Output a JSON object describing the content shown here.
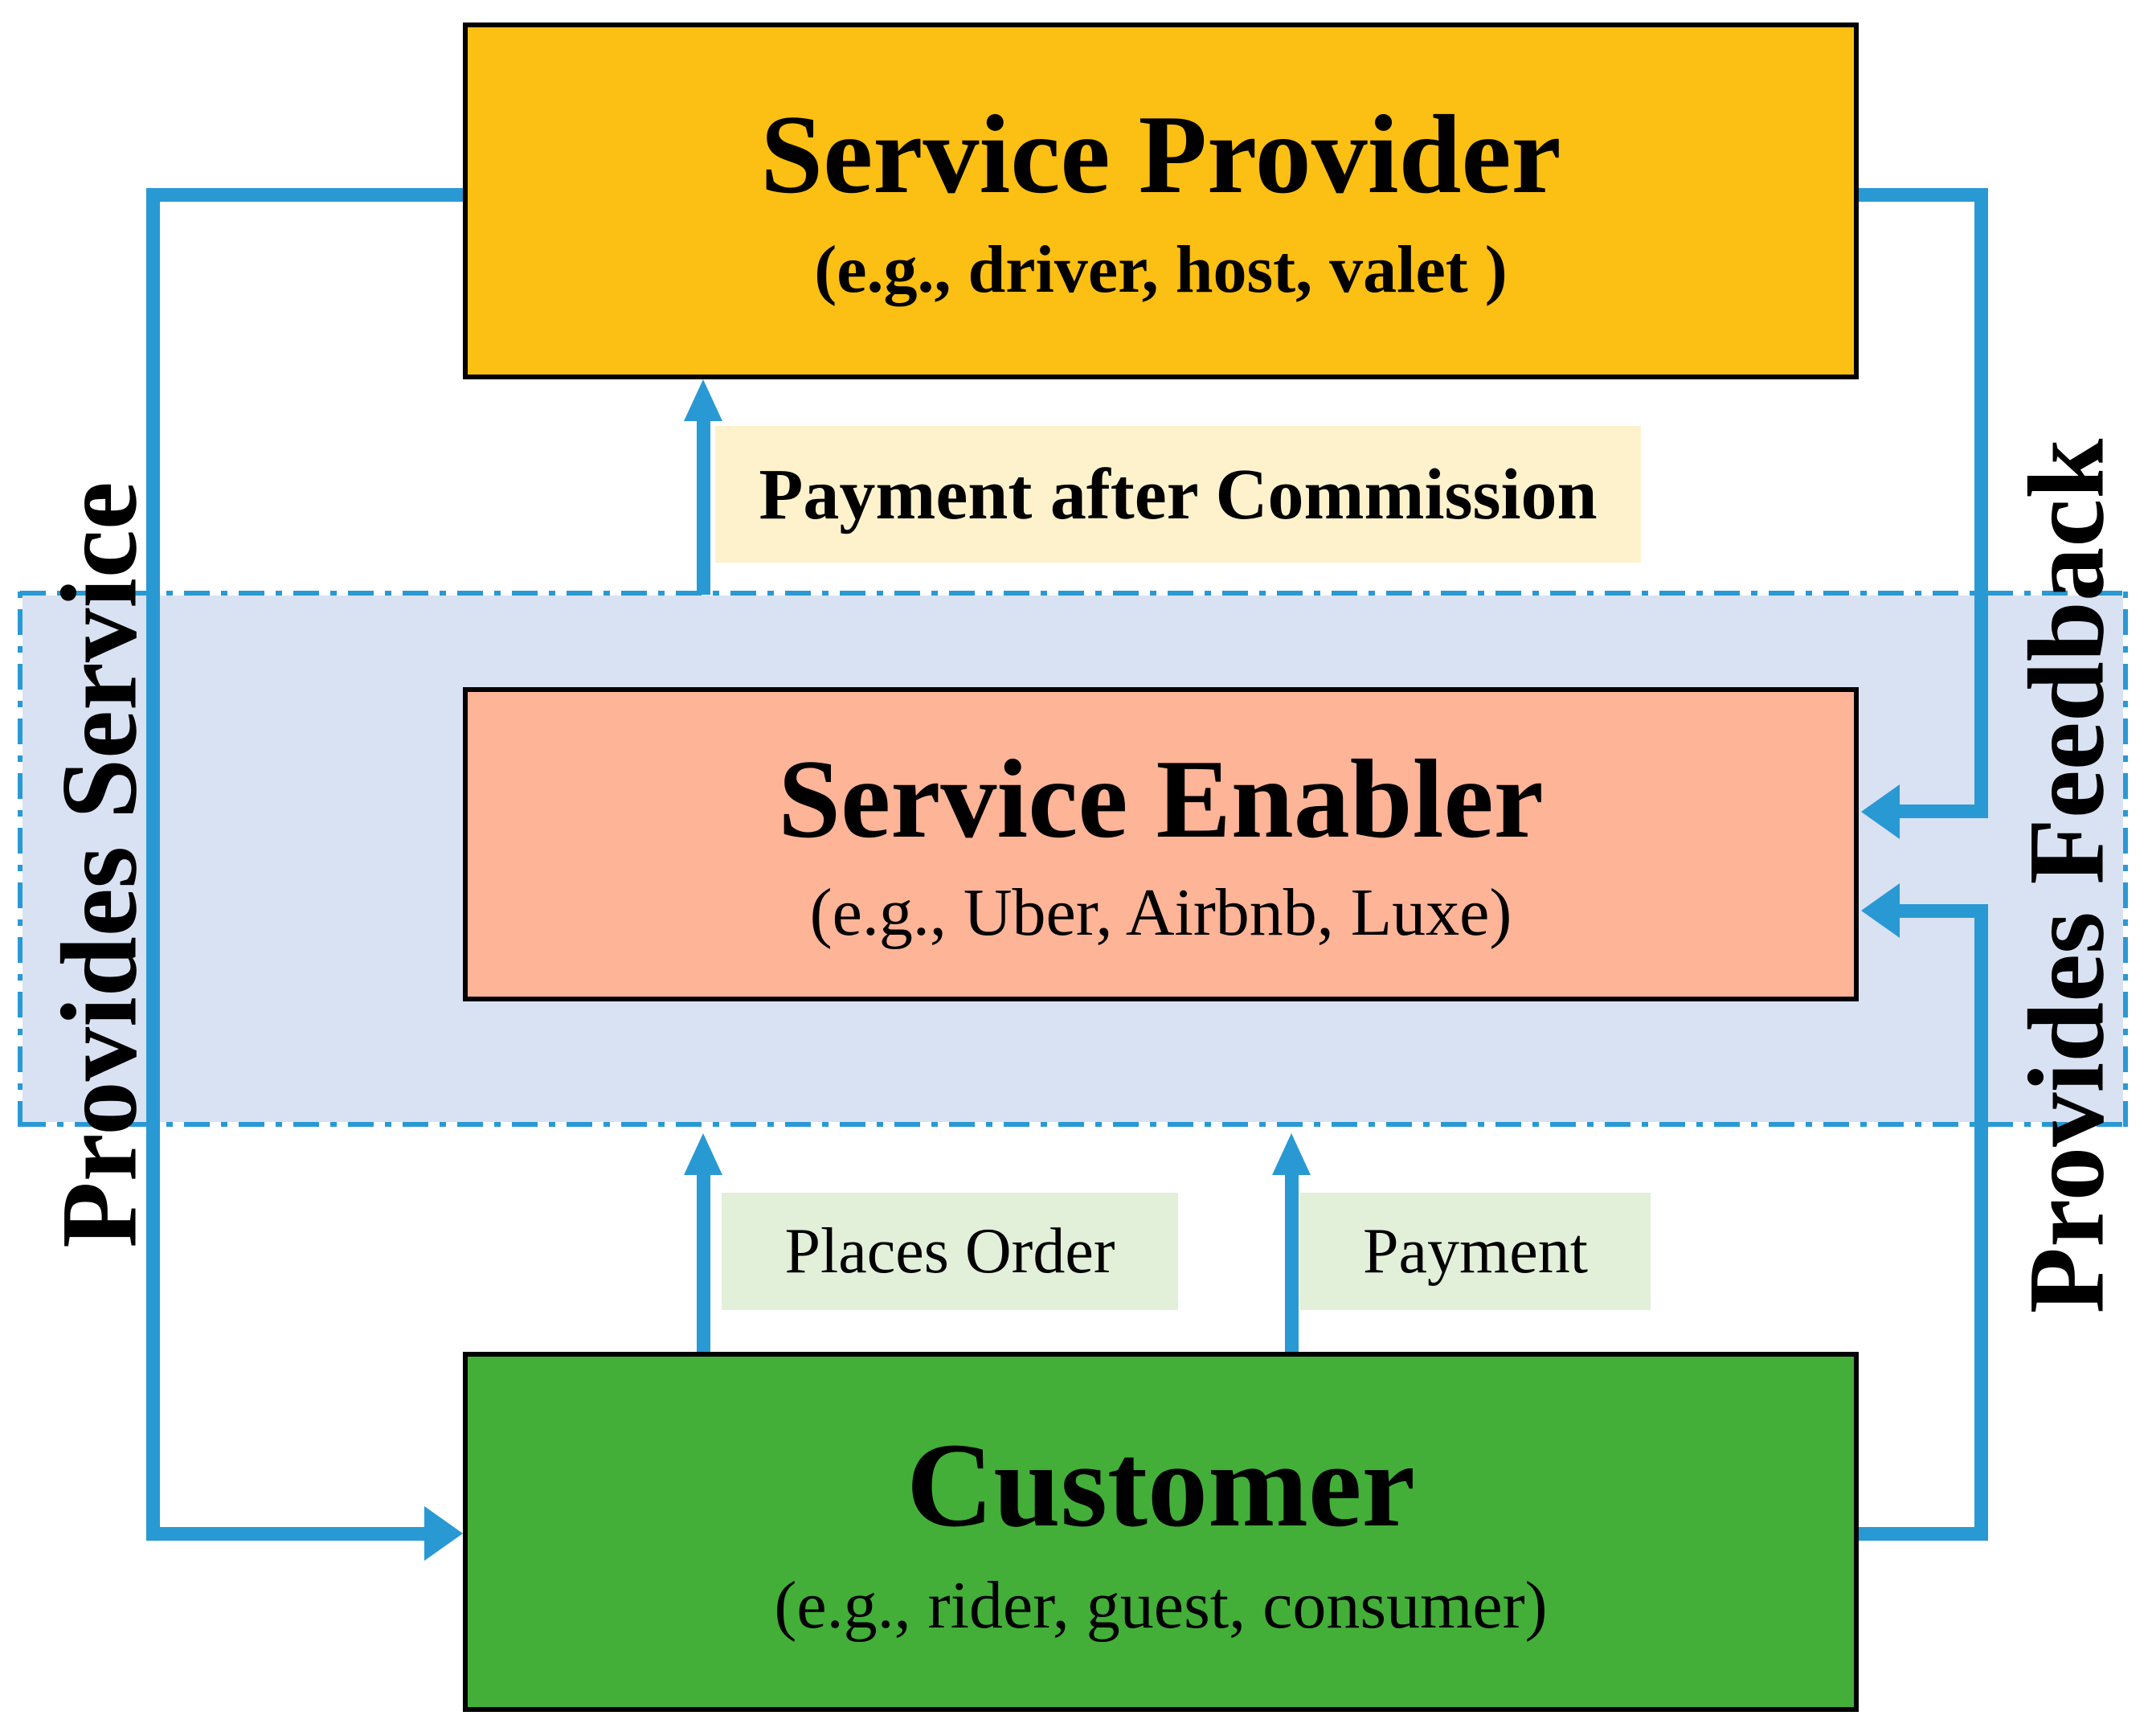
{
  "colors": {
    "blue": "#2999D4",
    "band-fill": "#D9E2F2",
    "provider-fill": "#FCBF13",
    "enabler-fill": "#FDB497",
    "customer-fill": "#43AF39",
    "commission-label-fill": "#FDF2CC",
    "order-label-fill": "#E2EFD9"
  },
  "boxes": {
    "provider": {
      "title": "Service Provider",
      "subtitle": "(e.g., driver, host, valet )"
    },
    "enabler": {
      "title": "Service Enabler",
      "subtitle": "(e.g., Uber, Airbnb, Luxe)"
    },
    "customer": {
      "title": "Customer",
      "subtitle": "(e.g., rider, guest, consumer)"
    }
  },
  "flow_labels": {
    "payment_after_commission": "Payment after Commission",
    "places_order": "Places Order",
    "payment": "Payment",
    "provides_service": "Provides Service",
    "provides_feedback": "Provides Feedback"
  }
}
